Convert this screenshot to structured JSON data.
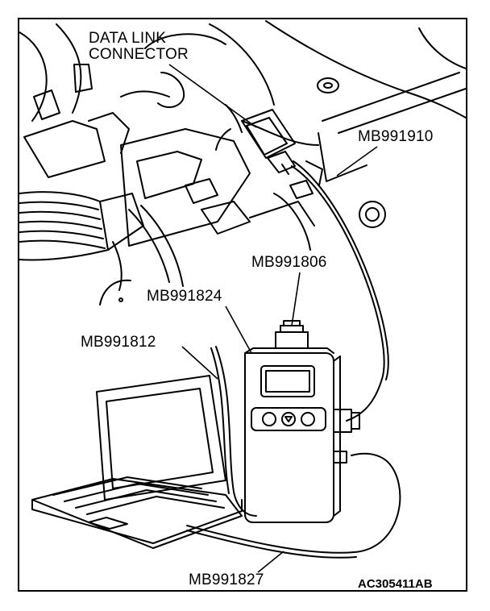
{
  "labels": {
    "data_link_line1": "DATA LINK",
    "data_link_line2": "CONNECTOR",
    "mb991910": "MB991910",
    "mb991806": "MB991806",
    "mb991824": "MB991824",
    "mb991812": "MB991812",
    "mb991827": "MB991827"
  },
  "figure_code": "AC305411AB"
}
